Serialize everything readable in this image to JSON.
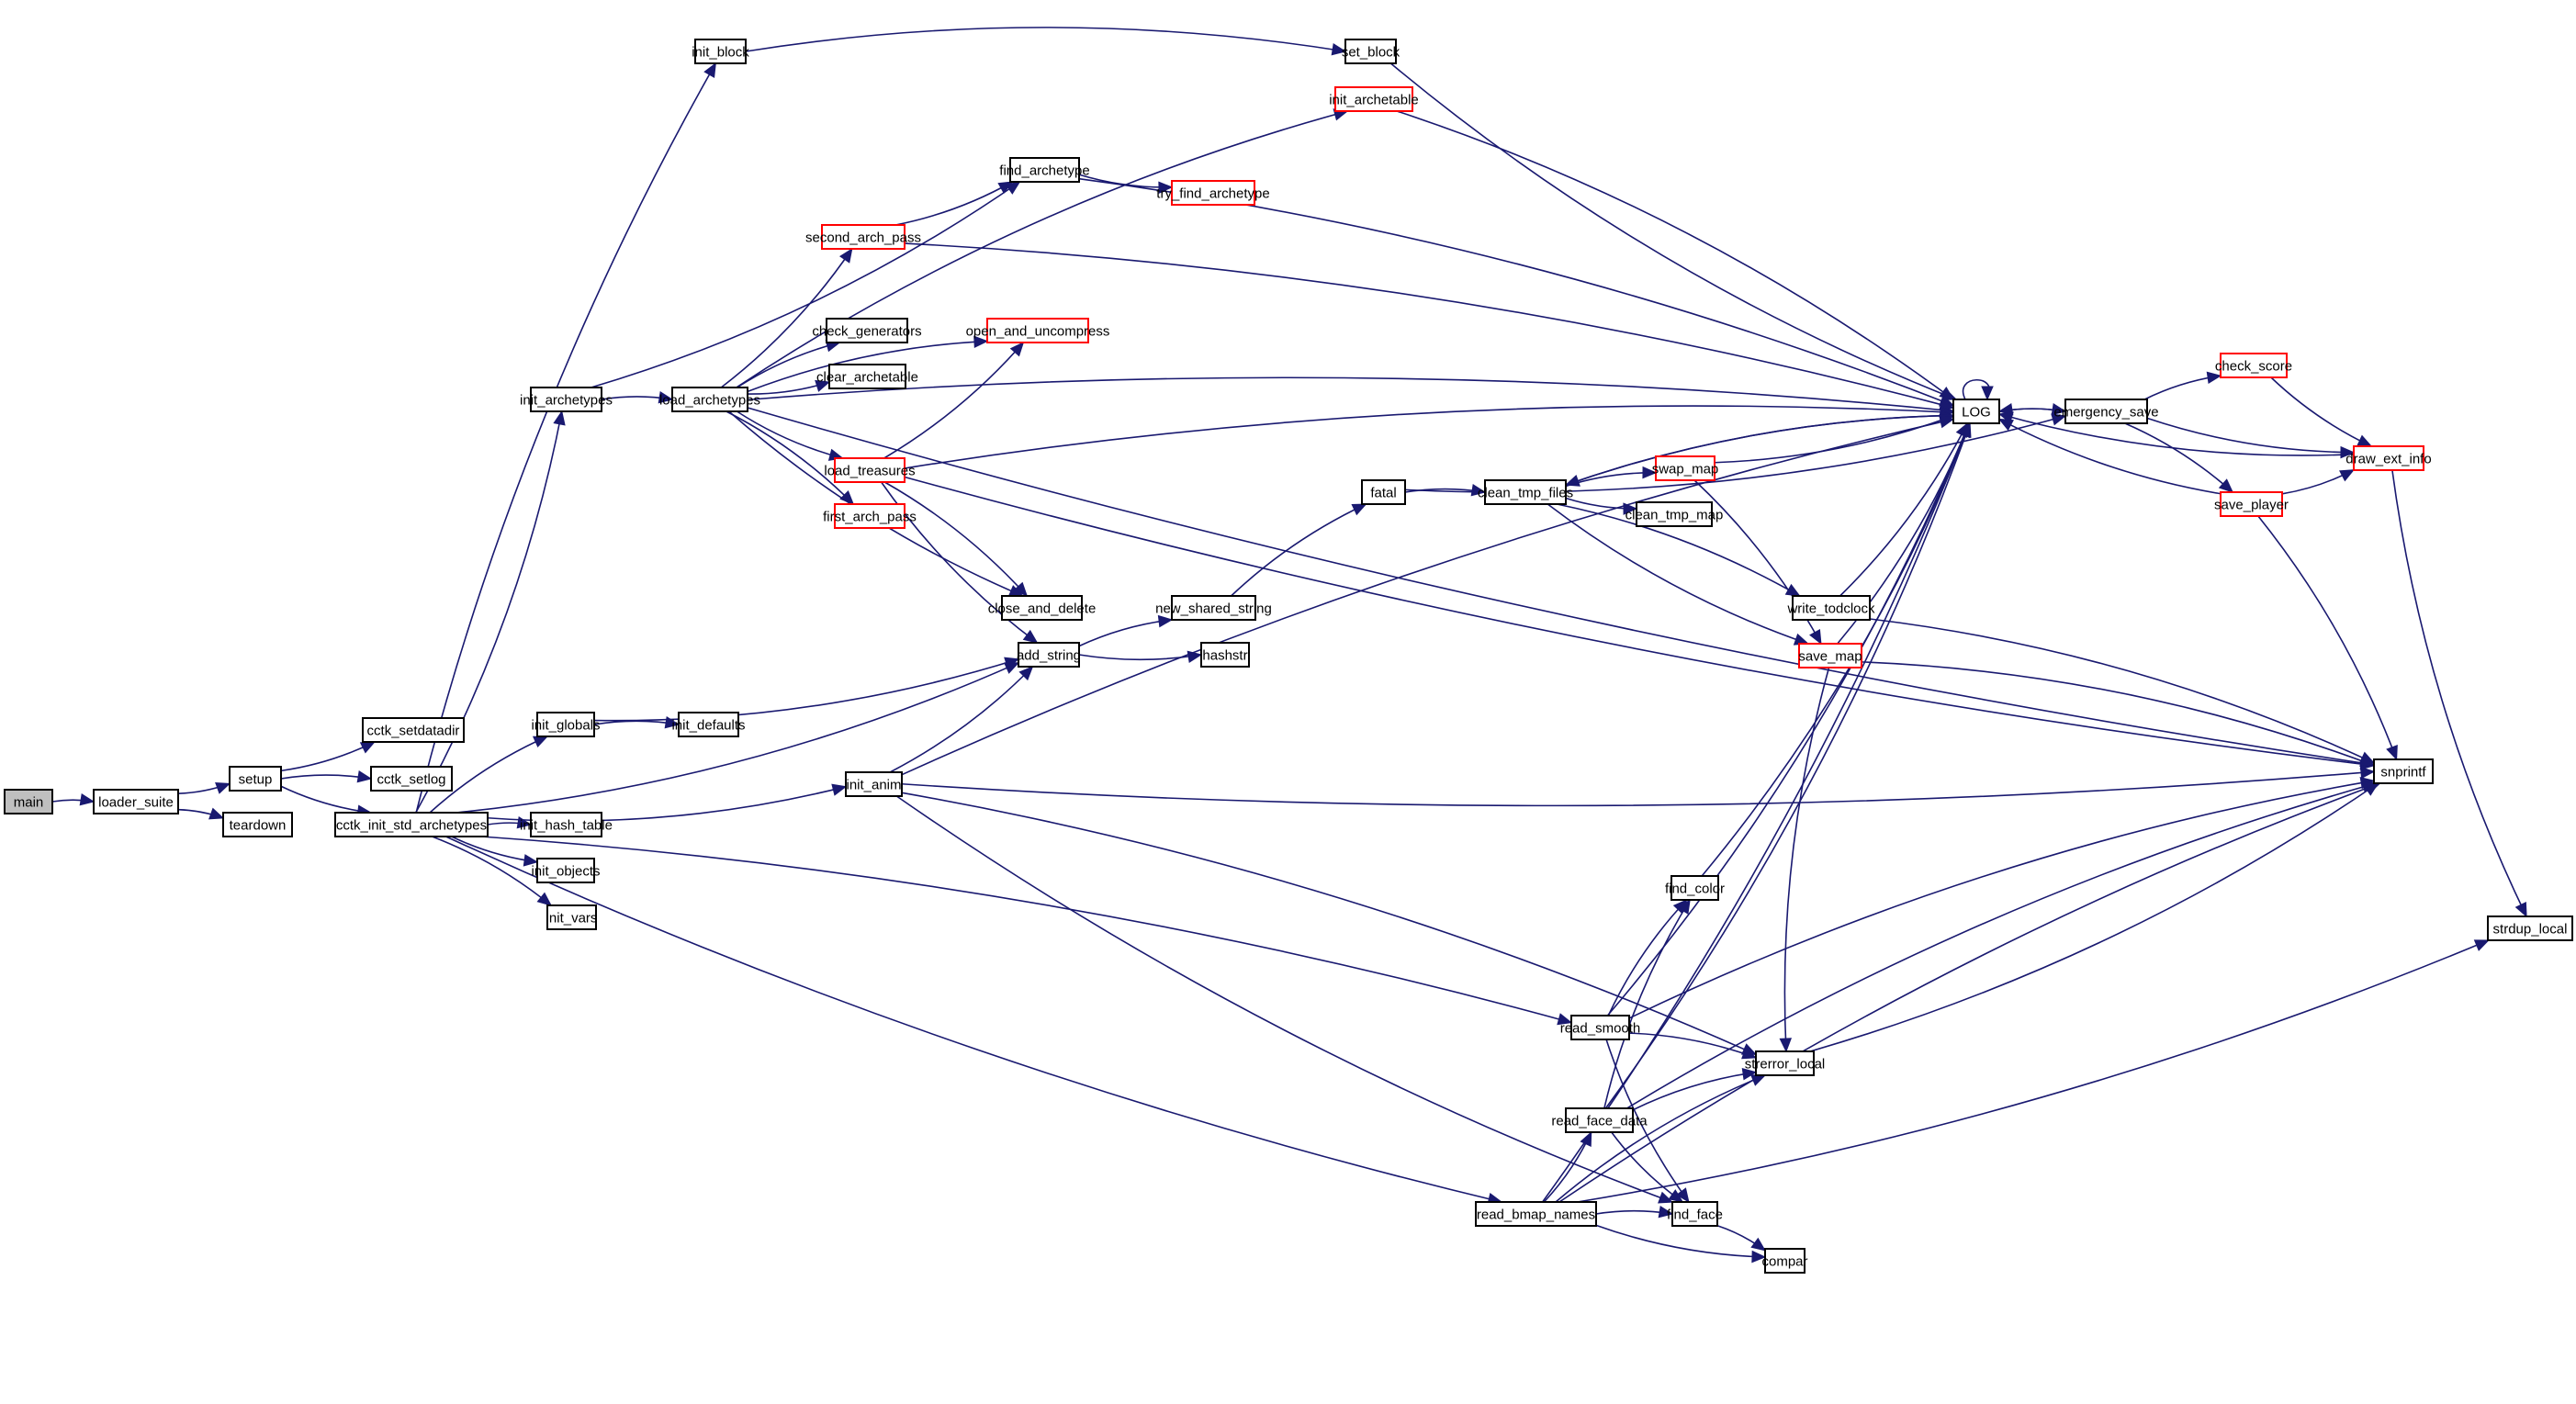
{
  "title": "main call graph",
  "colors": {
    "edge": "#191970",
    "node_border": "#000000",
    "truncated_node_border": "#ff0000",
    "root_fill": "#bfbfbf",
    "node_fill": "#ffffff"
  },
  "nodes": [
    {
      "id": "main",
      "label": "main",
      "style": "root"
    },
    {
      "id": "loader_suite",
      "label": "loader_suite",
      "style": "normal"
    },
    {
      "id": "setup",
      "label": "setup",
      "style": "normal"
    },
    {
      "id": "teardown",
      "label": "teardown",
      "style": "normal"
    },
    {
      "id": "cctk_setdatadir",
      "label": "cctk_setdatadir",
      "style": "normal"
    },
    {
      "id": "cctk_setlog",
      "label": "cctk_setlog",
      "style": "normal"
    },
    {
      "id": "cctk_init_std_archetypes",
      "label": "cctk_init_std_archetypes",
      "style": "normal"
    },
    {
      "id": "init_block",
      "label": "init_block",
      "style": "normal"
    },
    {
      "id": "set_block",
      "label": "set_block",
      "style": "normal"
    },
    {
      "id": "init_archetable",
      "label": "init_archetable",
      "style": "truncated"
    },
    {
      "id": "find_archetype",
      "label": "find_archetype",
      "style": "normal"
    },
    {
      "id": "try_find_archetype",
      "label": "try_find_archetype",
      "style": "truncated"
    },
    {
      "id": "second_arch_pass",
      "label": "second_arch_pass",
      "style": "truncated"
    },
    {
      "id": "check_generators",
      "label": "check_generators",
      "style": "normal"
    },
    {
      "id": "clear_archetable",
      "label": "clear_archetable",
      "style": "normal"
    },
    {
      "id": "open_and_uncompress",
      "label": "open_and_uncompress",
      "style": "truncated"
    },
    {
      "id": "init_archetypes",
      "label": "init_archetypes",
      "style": "normal"
    },
    {
      "id": "load_archetypes",
      "label": "load_archetypes",
      "style": "normal"
    },
    {
      "id": "load_treasures",
      "label": "load_treasures",
      "style": "truncated"
    },
    {
      "id": "first_arch_pass",
      "label": "first_arch_pass",
      "style": "truncated"
    },
    {
      "id": "close_and_delete",
      "label": "close_and_delete",
      "style": "normal"
    },
    {
      "id": "new_shared_string",
      "label": "new_shared_string",
      "style": "normal"
    },
    {
      "id": "add_string",
      "label": "add_string",
      "style": "normal"
    },
    {
      "id": "hashstr",
      "label": "hashstr",
      "style": "normal"
    },
    {
      "id": "init_globals",
      "label": "init_globals",
      "style": "normal"
    },
    {
      "id": "init_defaults",
      "label": "init_defaults",
      "style": "normal"
    },
    {
      "id": "init_anim",
      "label": "init_anim",
      "style": "normal"
    },
    {
      "id": "init_hash_table",
      "label": "init_hash_table",
      "style": "normal"
    },
    {
      "id": "init_objects",
      "label": "init_objects",
      "style": "normal"
    },
    {
      "id": "init_vars",
      "label": "init_vars",
      "style": "normal"
    },
    {
      "id": "fatal",
      "label": "fatal",
      "style": "normal"
    },
    {
      "id": "clean_tmp_files",
      "label": "clean_tmp_files",
      "style": "normal"
    },
    {
      "id": "swap_map",
      "label": "swap_map",
      "style": "truncated"
    },
    {
      "id": "clean_tmp_map",
      "label": "clean_tmp_map",
      "style": "normal"
    },
    {
      "id": "write_todclock",
      "label": "write_todclock",
      "style": "normal"
    },
    {
      "id": "save_map",
      "label": "save_map",
      "style": "truncated"
    },
    {
      "id": "LOG",
      "label": "LOG",
      "style": "normal"
    },
    {
      "id": "emergency_save",
      "label": "emergency_save",
      "style": "normal"
    },
    {
      "id": "check_score",
      "label": "check_score",
      "style": "truncated"
    },
    {
      "id": "draw_ext_info",
      "label": "draw_ext_info",
      "style": "truncated"
    },
    {
      "id": "save_player",
      "label": "save_player",
      "style": "truncated"
    },
    {
      "id": "snprintf",
      "label": "snprintf",
      "style": "normal"
    },
    {
      "id": "strdup_local",
      "label": "strdup_local",
      "style": "normal"
    },
    {
      "id": "find_color",
      "label": "find_color",
      "style": "normal"
    },
    {
      "id": "read_smooth",
      "label": "read_smooth",
      "style": "normal"
    },
    {
      "id": "strerror_local",
      "label": "strerror_local",
      "style": "normal"
    },
    {
      "id": "read_face_data",
      "label": "read_face_data",
      "style": "normal"
    },
    {
      "id": "read_bmap_names",
      "label": "read_bmap_names",
      "style": "normal"
    },
    {
      "id": "find_face",
      "label": "find_face",
      "style": "normal"
    },
    {
      "id": "compar",
      "label": "compar",
      "style": "normal"
    }
  ],
  "edges": [
    [
      "main",
      "loader_suite"
    ],
    [
      "loader_suite",
      "setup"
    ],
    [
      "loader_suite",
      "teardown"
    ],
    [
      "setup",
      "cctk_setdatadir"
    ],
    [
      "setup",
      "cctk_setlog"
    ],
    [
      "setup",
      "cctk_init_std_archetypes"
    ],
    [
      "cctk_init_std_archetypes",
      "init_block"
    ],
    [
      "cctk_init_std_archetypes",
      "init_archetypes"
    ],
    [
      "cctk_init_std_archetypes",
      "init_globals"
    ],
    [
      "cctk_init_std_archetypes",
      "init_anim"
    ],
    [
      "cctk_init_std_archetypes",
      "init_hash_table"
    ],
    [
      "cctk_init_std_archetypes",
      "init_objects"
    ],
    [
      "cctk_init_std_archetypes",
      "init_vars"
    ],
    [
      "cctk_init_std_archetypes",
      "read_bmap_names"
    ],
    [
      "cctk_init_std_archetypes",
      "read_smooth"
    ],
    [
      "cctk_init_std_archetypes",
      "add_string"
    ],
    [
      "init_block",
      "set_block"
    ],
    [
      "set_block",
      "LOG"
    ],
    [
      "init_archetypes",
      "load_archetypes"
    ],
    [
      "init_archetypes",
      "find_archetype"
    ],
    [
      "load_archetypes",
      "init_archetable"
    ],
    [
      "load_archetypes",
      "second_arch_pass"
    ],
    [
      "load_archetypes",
      "check_generators"
    ],
    [
      "load_archetypes",
      "clear_archetable"
    ],
    [
      "load_archetypes",
      "open_and_uncompress"
    ],
    [
      "load_archetypes",
      "load_treasures"
    ],
    [
      "load_archetypes",
      "first_arch_pass"
    ],
    [
      "load_archetypes",
      "close_and_delete"
    ],
    [
      "load_archetypes",
      "LOG"
    ],
    [
      "load_archetypes",
      "snprintf"
    ],
    [
      "init_archetable",
      "LOG"
    ],
    [
      "find_archetype",
      "try_find_archetype"
    ],
    [
      "find_archetype",
      "LOG"
    ],
    [
      "second_arch_pass",
      "find_archetype"
    ],
    [
      "second_arch_pass",
      "LOG"
    ],
    [
      "load_treasures",
      "open_and_uncompress"
    ],
    [
      "load_treasures",
      "close_and_delete"
    ],
    [
      "load_treasures",
      "add_string"
    ],
    [
      "load_treasures",
      "LOG"
    ],
    [
      "load_treasures",
      "snprintf"
    ],
    [
      "add_string",
      "new_shared_string"
    ],
    [
      "add_string",
      "hashstr"
    ],
    [
      "new_shared_string",
      "fatal"
    ],
    [
      "init_globals",
      "add_string"
    ],
    [
      "init_globals",
      "init_defaults"
    ],
    [
      "init_anim",
      "add_string"
    ],
    [
      "init_anim",
      "LOG"
    ],
    [
      "init_anim",
      "snprintf"
    ],
    [
      "init_anim",
      "strerror_local"
    ],
    [
      "init_anim",
      "find_face"
    ],
    [
      "fatal",
      "clean_tmp_files"
    ],
    [
      "fatal",
      "emergency_save"
    ],
    [
      "clean_tmp_files",
      "swap_map"
    ],
    [
      "clean_tmp_files",
      "clean_tmp_map"
    ],
    [
      "clean_tmp_files",
      "write_todclock"
    ],
    [
      "clean_tmp_files",
      "save_map"
    ],
    [
      "clean_tmp_files",
      "LOG"
    ],
    [
      "swap_map",
      "LOG"
    ],
    [
      "swap_map",
      "save_map"
    ],
    [
      "write_todclock",
      "LOG"
    ],
    [
      "write_todclock",
      "snprintf"
    ],
    [
      "save_map",
      "LOG"
    ],
    [
      "save_map",
      "snprintf"
    ],
    [
      "save_map",
      "strerror_local"
    ],
    [
      "LOG",
      "LOG"
    ],
    [
      "LOG",
      "clean_tmp_files"
    ],
    [
      "LOG",
      "emergency_save"
    ],
    [
      "emergency_save",
      "LOG"
    ],
    [
      "emergency_save",
      "check_score"
    ],
    [
      "emergency_save",
      "draw_ext_info"
    ],
    [
      "emergency_save",
      "save_player"
    ],
    [
      "check_score",
      "draw_ext_info"
    ],
    [
      "draw_ext_info",
      "LOG"
    ],
    [
      "draw_ext_info",
      "strdup_local"
    ],
    [
      "save_player",
      "LOG"
    ],
    [
      "save_player",
      "draw_ext_info"
    ],
    [
      "save_player",
      "snprintf"
    ],
    [
      "find_color",
      "LOG"
    ],
    [
      "read_smooth",
      "find_color"
    ],
    [
      "read_smooth",
      "LOG"
    ],
    [
      "read_smooth",
      "strerror_local"
    ],
    [
      "read_smooth",
      "find_face"
    ],
    [
      "read_smooth",
      "snprintf"
    ],
    [
      "strerror_local",
      "snprintf"
    ],
    [
      "read_face_data",
      "find_color"
    ],
    [
      "read_face_data",
      "LOG"
    ],
    [
      "read_face_data",
      "strerror_local"
    ],
    [
      "read_face_data",
      "find_face"
    ],
    [
      "read_face_data",
      "snprintf"
    ],
    [
      "read_bmap_names",
      "read_face_data"
    ],
    [
      "read_bmap_names",
      "find_face"
    ],
    [
      "read_bmap_names",
      "LOG"
    ],
    [
      "read_bmap_names",
      "strerror_local"
    ],
    [
      "read_bmap_names",
      "compar"
    ],
    [
      "read_bmap_names",
      "snprintf"
    ],
    [
      "read_bmap_names",
      "strdup_local"
    ],
    [
      "find_face",
      "compar"
    ]
  ]
}
